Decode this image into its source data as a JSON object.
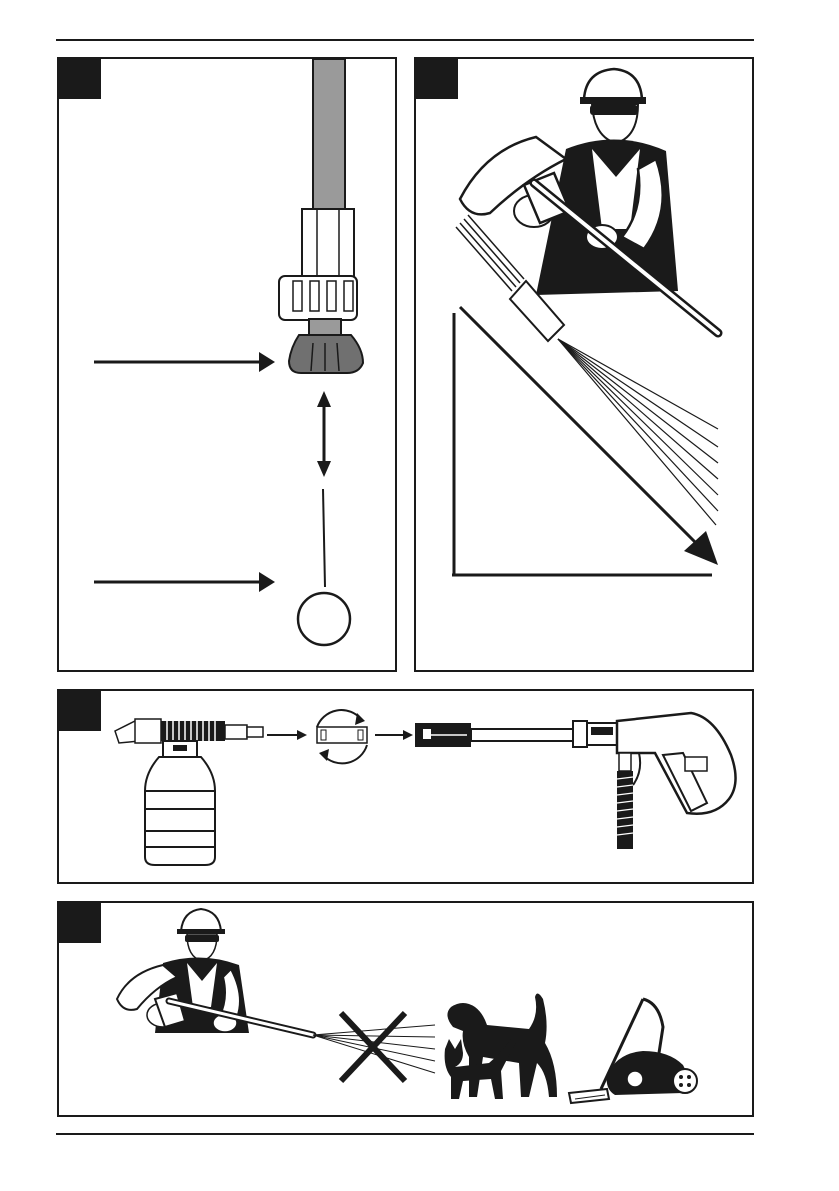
{
  "colors": {
    "ink": "#1a1a1a",
    "gray": "#9a9a9a",
    "dark_gray": "#707070",
    "paper": "#ffffff"
  },
  "figure": {
    "panels": [
      {
        "id": "panel-1",
        "content": "nozzle-cleaning-needle"
      },
      {
        "id": "panel-2",
        "content": "operator-spraying-angle"
      },
      {
        "id": "panel-3",
        "content": "foam-bottle-lance-gun-assembly"
      },
      {
        "id": "panel-4",
        "content": "no-spraying-animals-appliances"
      }
    ],
    "icons": [
      "worker-icon",
      "spray-gun-icon",
      "dog-icon",
      "cat-icon",
      "vacuum-cleaner-icon",
      "prohibited-x-icon",
      "rotate-icon",
      "foam-bottle-icon"
    ]
  }
}
